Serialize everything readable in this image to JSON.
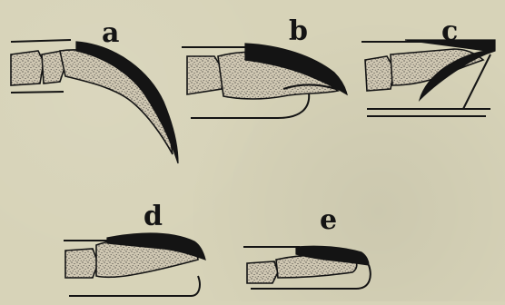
{
  "figure": {
    "labels": {
      "a": "a",
      "b": "b",
      "c": "c",
      "d": "d",
      "e": "e"
    }
  },
  "colors": {
    "background": "#d7d3b8",
    "ink": "#141414",
    "bone_fill": "#cfc7b2"
  }
}
